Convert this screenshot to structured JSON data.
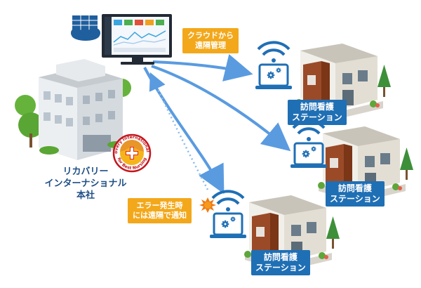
{
  "callouts": {
    "cloud": "クラウドから\n遠隔管理",
    "error": "エラー発生時\nには遠隔で通知"
  },
  "headquarters": {
    "label": "リカバリー\nインターナショナル\n本社",
    "logo_text_top": "Recovery International Inc.",
    "logo_text_bottom": "for Best Nursing"
  },
  "stations": [
    {
      "label": "訪問看護\nステーション"
    },
    {
      "label": "訪問看護\nステーション"
    },
    {
      "label": "訪問看護\nステーション"
    }
  ],
  "colors": {
    "station_badge": "#1f6fb5",
    "callout": "#f3a81b",
    "arrow": "#5a9be0",
    "wifi": "#1f6fb5",
    "hq_label": "#1f4f86",
    "error_burst": "#f07a12"
  },
  "icons": [
    "cloud-icon",
    "monitor-icon",
    "wifi-laptop-icon",
    "gear-icon",
    "house-icon",
    "company-logo",
    "error-burst-icon"
  ]
}
